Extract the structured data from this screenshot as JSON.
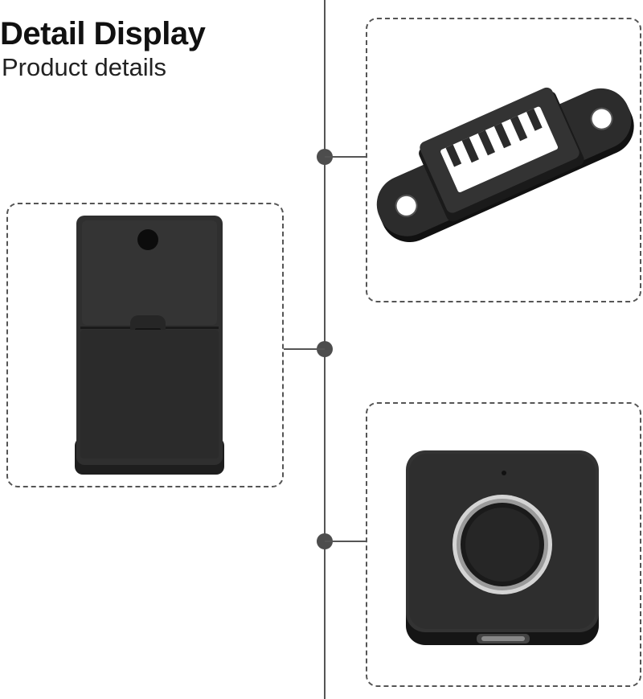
{
  "header": {
    "title": "Detail Display",
    "subtitle": "Product details"
  },
  "panels": [
    {
      "name": "mounting-bracket",
      "icon": "bracket-icon"
    },
    {
      "name": "lock-body-back",
      "icon": "lock-body-icon"
    },
    {
      "name": "fingerprint-sensor",
      "icon": "fingerprint-sensor-icon"
    }
  ],
  "colors": {
    "product": "#2b2b2b",
    "connector": "#555555",
    "ring": "#c8c8c8"
  }
}
